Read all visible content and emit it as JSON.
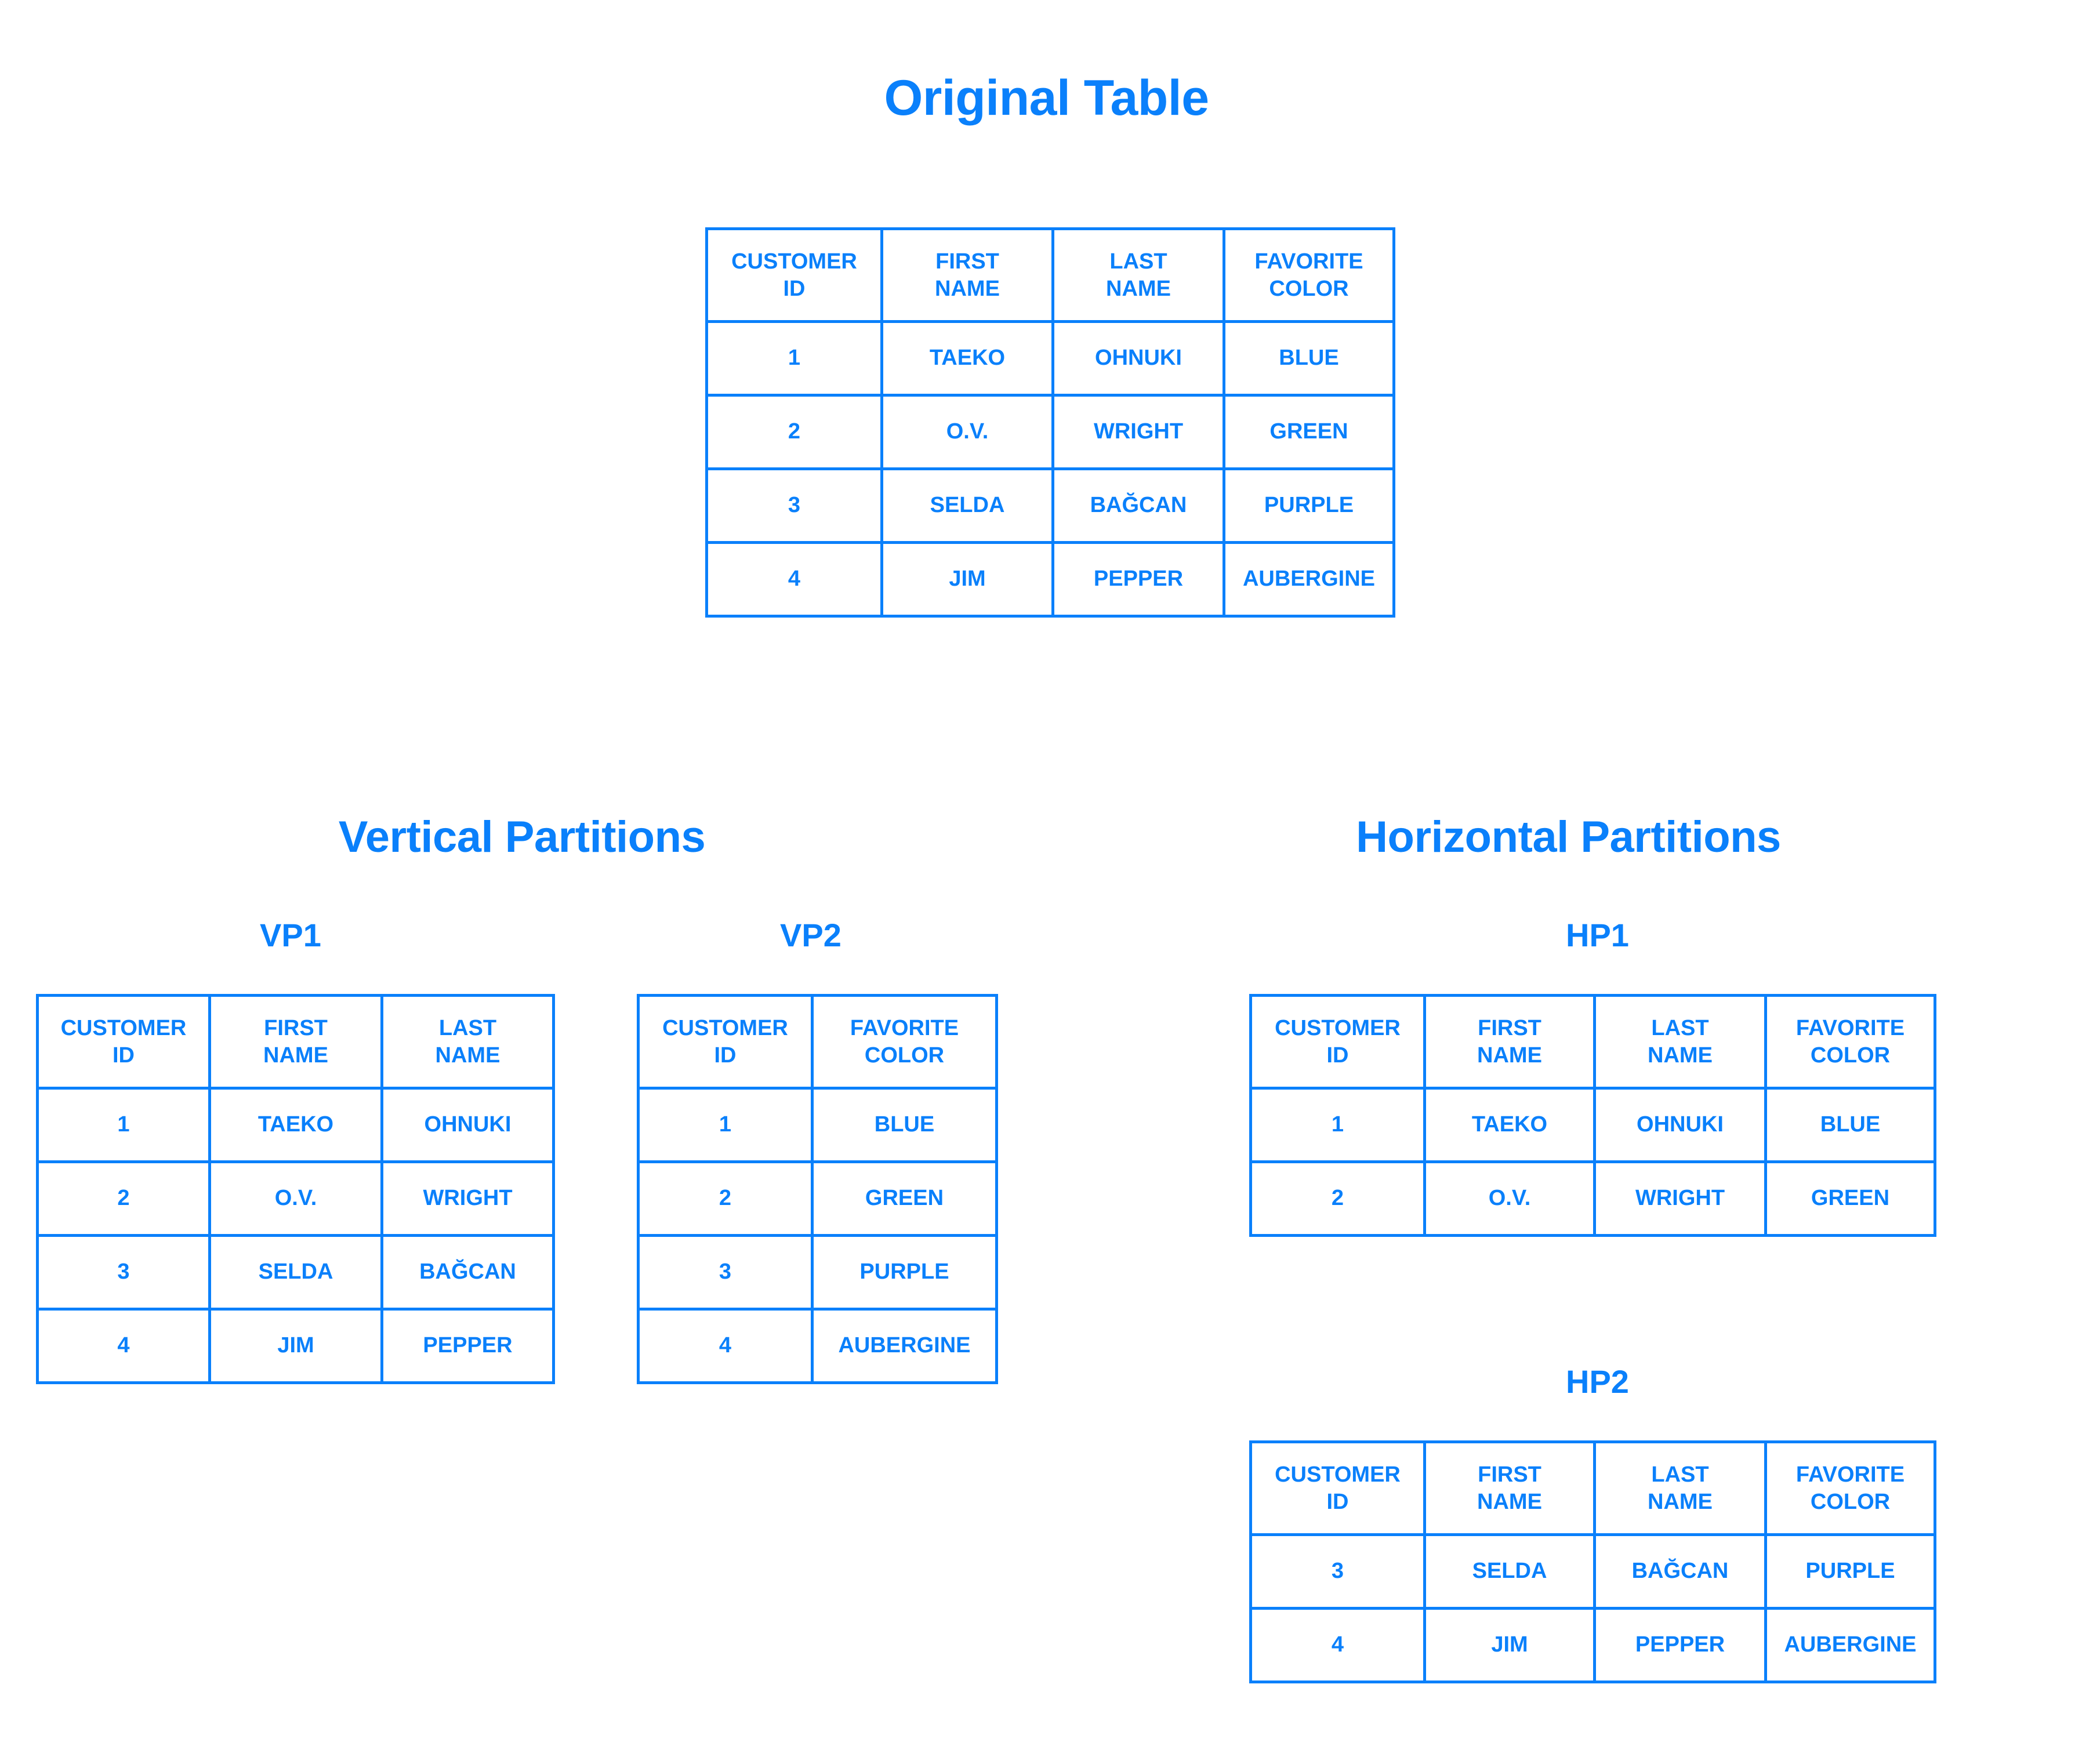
{
  "page": {
    "background_color": "#ffffff",
    "accent_color": "#0a80fb"
  },
  "headings": {
    "original": "Original Table",
    "vertical": "Vertical Partitions",
    "horizontal": "Horizontal Partitions"
  },
  "labels": {
    "vp1": "VP1",
    "vp2": "VP2",
    "hp1": "HP1",
    "hp2": "HP2"
  },
  "columns": {
    "customer_id_l1": "CUSTOMER",
    "customer_id_l2": "ID",
    "first_name_l1": "FIRST",
    "first_name_l2": "NAME",
    "last_name_l1": "LAST",
    "last_name_l2": "NAME",
    "favorite_color_l1": "FAVORITE",
    "favorite_color_l2": "COLOR"
  },
  "tables": {
    "original": {
      "headers": [
        "CUSTOMER ID",
        "FIRST NAME",
        "LAST NAME",
        "FAVORITE COLOR"
      ],
      "rows": [
        {
          "id": "1",
          "first": "TAEKO",
          "last": "OHNUKI",
          "color": "BLUE"
        },
        {
          "id": "2",
          "first": "O.V.",
          "last": "WRIGHT",
          "color": "GREEN"
        },
        {
          "id": "3",
          "first": "SELDA",
          "last": "BAĞCAN",
          "color": "PURPLE"
        },
        {
          "id": "4",
          "first": "JIM",
          "last": "PEPPER",
          "color": "AUBERGINE"
        }
      ]
    },
    "vp1": {
      "headers": [
        "CUSTOMER ID",
        "FIRST NAME",
        "LAST NAME"
      ],
      "rows": [
        {
          "id": "1",
          "first": "TAEKO",
          "last": "OHNUKI"
        },
        {
          "id": "2",
          "first": "O.V.",
          "last": "WRIGHT"
        },
        {
          "id": "3",
          "first": "SELDA",
          "last": "BAĞCAN"
        },
        {
          "id": "4",
          "first": "JIM",
          "last": "PEPPER"
        }
      ]
    },
    "vp2": {
      "headers": [
        "CUSTOMER ID",
        "FAVORITE COLOR"
      ],
      "rows": [
        {
          "id": "1",
          "color": "BLUE"
        },
        {
          "id": "2",
          "color": "GREEN"
        },
        {
          "id": "3",
          "color": "PURPLE"
        },
        {
          "id": "4",
          "color": "AUBERGINE"
        }
      ]
    },
    "hp1": {
      "headers": [
        "CUSTOMER ID",
        "FIRST NAME",
        "LAST NAME",
        "FAVORITE COLOR"
      ],
      "rows": [
        {
          "id": "1",
          "first": "TAEKO",
          "last": "OHNUKI",
          "color": "BLUE"
        },
        {
          "id": "2",
          "first": "O.V.",
          "last": "WRIGHT",
          "color": "GREEN"
        }
      ]
    },
    "hp2": {
      "headers": [
        "CUSTOMER ID",
        "FIRST NAME",
        "LAST NAME",
        "FAVORITE COLOR"
      ],
      "rows": [
        {
          "id": "3",
          "first": "SELDA",
          "last": "BAĞCAN",
          "color": "PURPLE"
        },
        {
          "id": "4",
          "first": "JIM",
          "last": "PEPPER",
          "color": "AUBERGINE"
        }
      ]
    }
  }
}
